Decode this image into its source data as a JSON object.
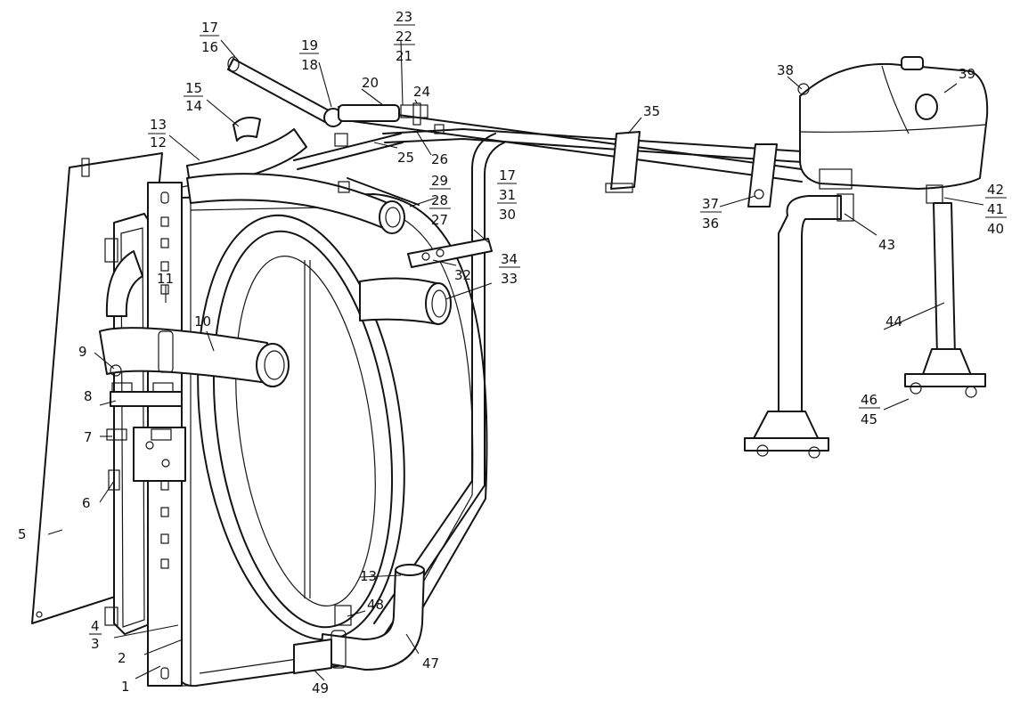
{
  "callouts": [
    {
      "id": "c1",
      "label": "1"
    },
    {
      "id": "c2",
      "label": "2"
    },
    {
      "id": "c3",
      "label": "3"
    },
    {
      "id": "c4",
      "label": "4"
    },
    {
      "id": "c5",
      "label": "5"
    },
    {
      "id": "c6",
      "label": "6"
    },
    {
      "id": "c7",
      "label": "7"
    },
    {
      "id": "c8",
      "label": "8"
    },
    {
      "id": "c9",
      "label": "9"
    },
    {
      "id": "c10",
      "label": "10"
    },
    {
      "id": "c11",
      "label": "11"
    },
    {
      "id": "c12",
      "label": "12"
    },
    {
      "id": "c13a",
      "label": "13"
    },
    {
      "id": "c13b",
      "label": "13"
    },
    {
      "id": "c14",
      "label": "14"
    },
    {
      "id": "c15",
      "label": "15"
    },
    {
      "id": "c16",
      "label": "16"
    },
    {
      "id": "c17a",
      "label": "17"
    },
    {
      "id": "c17b",
      "label": "17"
    },
    {
      "id": "c18",
      "label": "18"
    },
    {
      "id": "c19",
      "label": "19"
    },
    {
      "id": "c20",
      "label": "20"
    },
    {
      "id": "c21",
      "label": "21"
    },
    {
      "id": "c22",
      "label": "22"
    },
    {
      "id": "c23",
      "label": "23"
    },
    {
      "id": "c24",
      "label": "24"
    },
    {
      "id": "c25",
      "label": "25"
    },
    {
      "id": "c26",
      "label": "26"
    },
    {
      "id": "c27",
      "label": "27"
    },
    {
      "id": "c28",
      "label": "28"
    },
    {
      "id": "c29",
      "label": "29"
    },
    {
      "id": "c30",
      "label": "30"
    },
    {
      "id": "c31",
      "label": "31"
    },
    {
      "id": "c32",
      "label": "32"
    },
    {
      "id": "c33",
      "label": "33"
    },
    {
      "id": "c34",
      "label": "34"
    },
    {
      "id": "c35",
      "label": "35"
    },
    {
      "id": "c36",
      "label": "36"
    },
    {
      "id": "c37",
      "label": "37"
    },
    {
      "id": "c38",
      "label": "38"
    },
    {
      "id": "c39",
      "label": "39"
    },
    {
      "id": "c40",
      "label": "40"
    },
    {
      "id": "c41",
      "label": "41"
    },
    {
      "id": "c42",
      "label": "42"
    },
    {
      "id": "c43",
      "label": "43"
    },
    {
      "id": "c44",
      "label": "44"
    },
    {
      "id": "c45",
      "label": "45"
    },
    {
      "id": "c46",
      "label": "46"
    },
    {
      "id": "c47",
      "label": "47"
    },
    {
      "id": "c48",
      "label": "48"
    },
    {
      "id": "c49",
      "label": "49"
    }
  ]
}
